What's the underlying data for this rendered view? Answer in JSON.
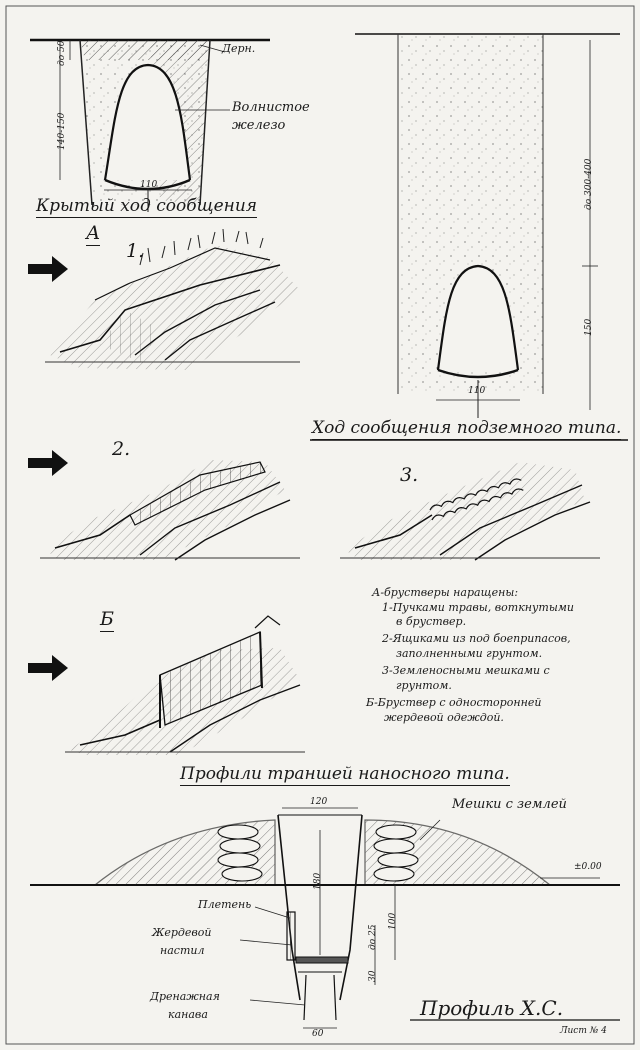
{
  "covered_passage": {
    "title": "Крытый ход сообщения",
    "labels": {
      "sod": "Дерн.",
      "iron": "Волнистое",
      "iron2": "железо"
    },
    "dims": {
      "top": "до 50",
      "height": "140-150",
      "width": "110"
    }
  },
  "underground_passage": {
    "title": "Ход сообщения подземного типа.",
    "dims": {
      "cover": "до 300-400",
      "height": "150",
      "width": "110"
    }
  },
  "trench_profiles": {
    "title": "Профили траншей наносного типа.",
    "markers": {
      "a": "А",
      "b": "Б",
      "n1": "1.",
      "n2": "2.",
      "n3": "3."
    },
    "notes": [
      "А-брустверы наращены:",
      "1-Пучками травы, воткнутыми",
      "в бруствер.",
      "2-Ящиками из под боеприпасов,",
      "заполненными грунтом.",
      "3-Земленосными мешками с",
      "грунтом.",
      "Б-Бруствер с односторонней",
      "жердевой одеждой."
    ]
  },
  "cross_section": {
    "title": "Профиль Х.С.",
    "labels": {
      "bags": "Мешки с землей",
      "wattle": "Плетень",
      "pole_floor_1": "Жердевой",
      "pole_floor_2": "настил",
      "drain_1": "Дренажная",
      "drain_2": "канава"
    },
    "dims": {
      "top": "120",
      "h1": "180",
      "h2": "100",
      "h3": "до 25",
      "h4": "30",
      "bottom": "60",
      "level": "±0.00"
    }
  },
  "sheet_number": "Лист № 4"
}
